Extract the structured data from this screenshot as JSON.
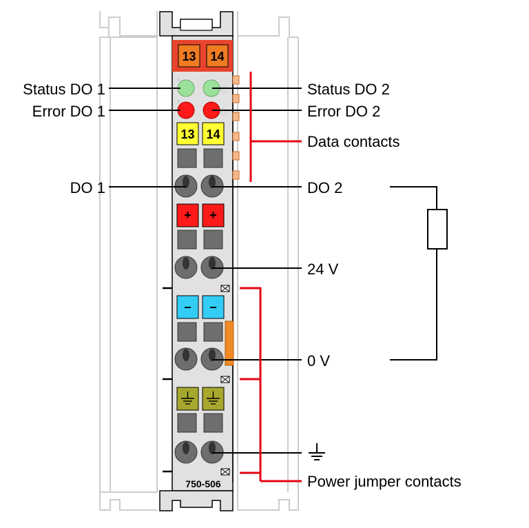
{
  "module": {
    "model": "750-506",
    "channels": {
      "left": "13",
      "right": "14"
    },
    "led_letters": [
      "A",
      "C",
      "B",
      "D"
    ],
    "plus_sign": "+",
    "minus_sign": "−"
  },
  "labels": {
    "status_do1": "Status DO 1",
    "error_do1": "Error DO 1",
    "do1": "DO 1",
    "status_do2": "Status DO 2",
    "error_do2": "Error DO 2",
    "data_contacts": "Data contacts",
    "do2": "DO 2",
    "v24": "24 V",
    "v0": "0 V",
    "power_jumper": "Power jumper contacts"
  },
  "icons": {
    "load": "resistor-symbol",
    "ground": "ground-symbol"
  },
  "colors": {
    "status_led": "#9be09b",
    "error_led": "#ff1a1a",
    "channel_header": "#ef7b22",
    "channel_header_bg": "#e8442c",
    "data_channel": "#ffff33",
    "plus_contact": "#ff1a1a",
    "minus_contact": "#33ccf5",
    "ground_contact": "#a7a82e",
    "bracket_red": "#e30613",
    "body": "#e1e1e1",
    "housing_outline": "#cccccc",
    "data_contact_pins": "#f7b98b",
    "power_jumper_slider": "#f08a24"
  }
}
